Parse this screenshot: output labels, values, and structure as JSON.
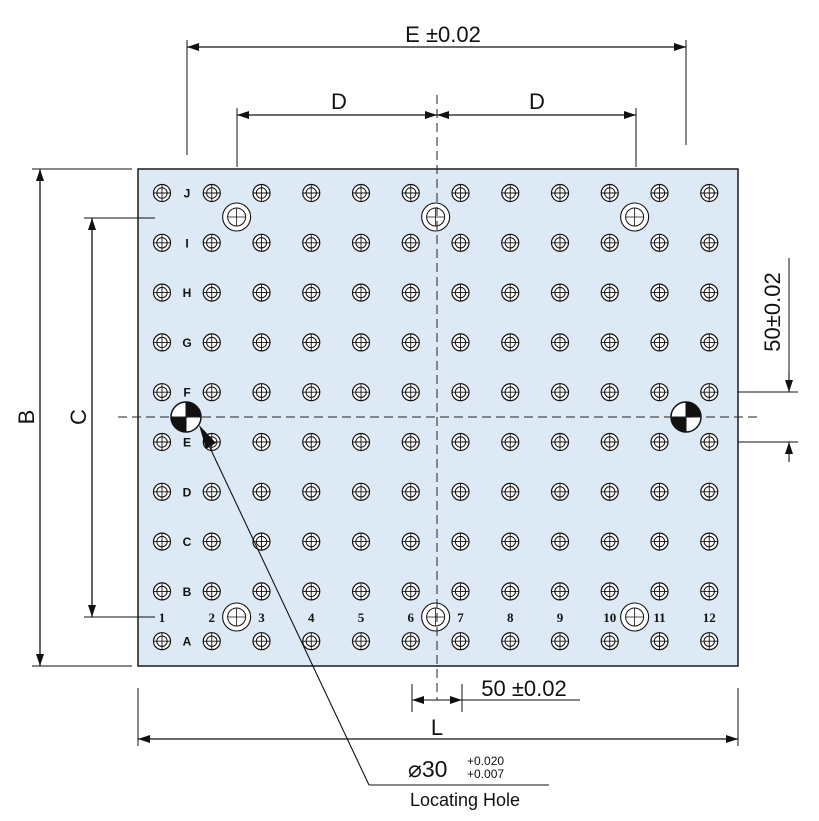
{
  "colors": {
    "plate_fill": "#dde9f4",
    "plate_stroke": "#1a1a1a",
    "line": "#111111"
  },
  "dimensions": {
    "top_overall": "E ±0.02",
    "top_left": "D",
    "top_right": "D",
    "left_outer": "B",
    "left_inner": "C",
    "right_pitch": "50±0.02",
    "bottom_pitch": "50 ±0.02",
    "bottom_overall": "L"
  },
  "callout": {
    "diameter": "⌀30",
    "tol_upper": "+0.020",
    "tol_lower": "+0.007",
    "label": "Locating Hole"
  },
  "grid": {
    "row_labels": [
      "J",
      "I",
      "H",
      "G",
      "F",
      "E",
      "D",
      "C",
      "B",
      "A"
    ],
    "column_numbers": [
      "1",
      "2",
      "3",
      "4",
      "5",
      "6",
      "7",
      "8",
      "9",
      "10",
      "11",
      "12"
    ]
  },
  "icons": {
    "locating_marker": "quartered-target-icon",
    "thread_hole": "crosshair-circle-icon",
    "bushing": "double-circle-icon"
  }
}
